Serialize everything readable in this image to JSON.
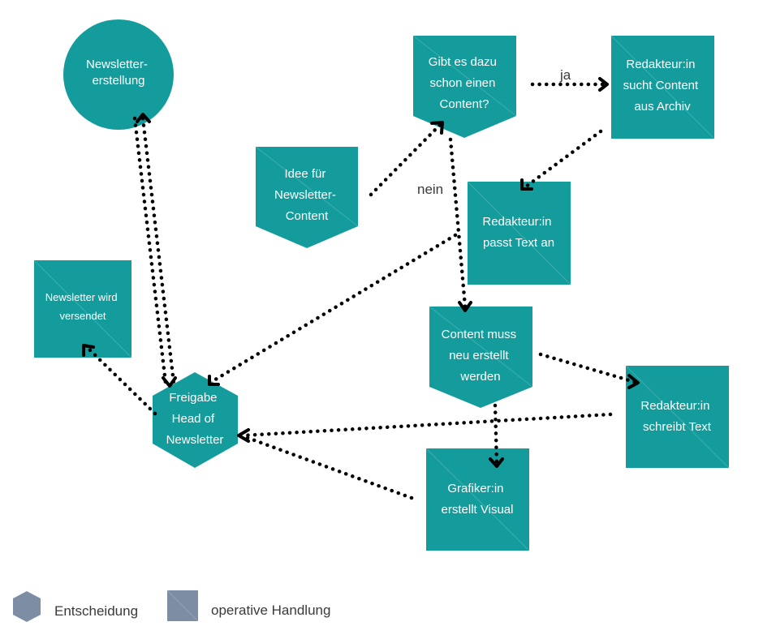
{
  "colors": {
    "node": "#149c9c",
    "legend": "#7d8da3",
    "edge": "#000000",
    "label": "#3a3a3a"
  },
  "nodes": {
    "newsletter_erstellung": [
      "Newsletter-",
      "erstellung"
    ],
    "gibt_es_content": [
      "Gibt es dazu",
      "schon einen",
      "Content?"
    ],
    "redakteur_archiv": [
      "Redakteur:in",
      "sucht Content",
      "aus Archiv"
    ],
    "idee": [
      "Idee für",
      "Newsletter-",
      "Content"
    ],
    "redakteur_passt": [
      "Redakteur:in",
      "passt Text an"
    ],
    "newsletter_versendet": [
      "Newsletter wird",
      "versendet"
    ],
    "content_neu": [
      "Content muss",
      "neu erstellt",
      "werden"
    ],
    "freigabe": [
      "Freigabe",
      "Head of",
      "Newsletter"
    ],
    "redakteur_schreibt": [
      "Redakteur:in",
      "schreibt Text"
    ],
    "grafiker": [
      "Grafiker:in",
      "erstellt Visual"
    ]
  },
  "edge_labels": {
    "ja": "ja",
    "nein": "nein"
  },
  "legend": {
    "decision": "Entscheidung",
    "operative": "operative Handlung"
  }
}
